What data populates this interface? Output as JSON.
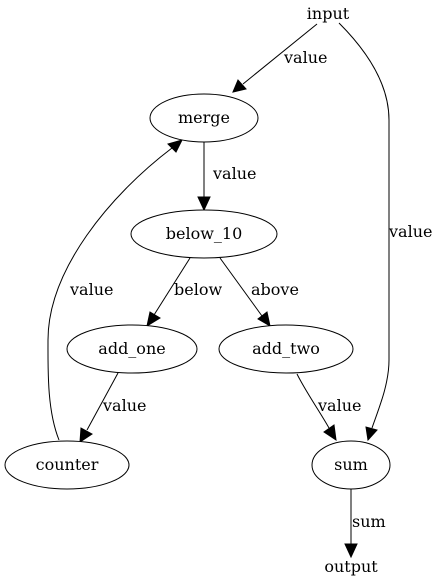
{
  "diagram": {
    "nodes": {
      "input": {
        "label": "input"
      },
      "merge": {
        "label": "merge"
      },
      "below_10": {
        "label": "below_10"
      },
      "add_one": {
        "label": "add_one"
      },
      "add_two": {
        "label": "add_two"
      },
      "counter": {
        "label": "counter"
      },
      "sum": {
        "label": "sum"
      },
      "output": {
        "label": "output"
      }
    },
    "edges": {
      "input_merge": {
        "from": "input",
        "to": "merge",
        "label": "value"
      },
      "input_sum": {
        "from": "input",
        "to": "sum",
        "label": "value"
      },
      "merge_below_10": {
        "from": "merge",
        "to": "below_10",
        "label": "value"
      },
      "below_10_add_one": {
        "from": "below_10",
        "to": "add_one",
        "label": "below"
      },
      "below_10_add_two": {
        "from": "below_10",
        "to": "add_two",
        "label": "above"
      },
      "add_one_counter": {
        "from": "add_one",
        "to": "counter",
        "label": "value"
      },
      "counter_merge": {
        "from": "counter",
        "to": "merge",
        "label": "value"
      },
      "add_two_sum": {
        "from": "add_two",
        "to": "sum",
        "label": "value"
      },
      "sum_output": {
        "from": "sum",
        "to": "output",
        "label": "sum"
      }
    }
  }
}
